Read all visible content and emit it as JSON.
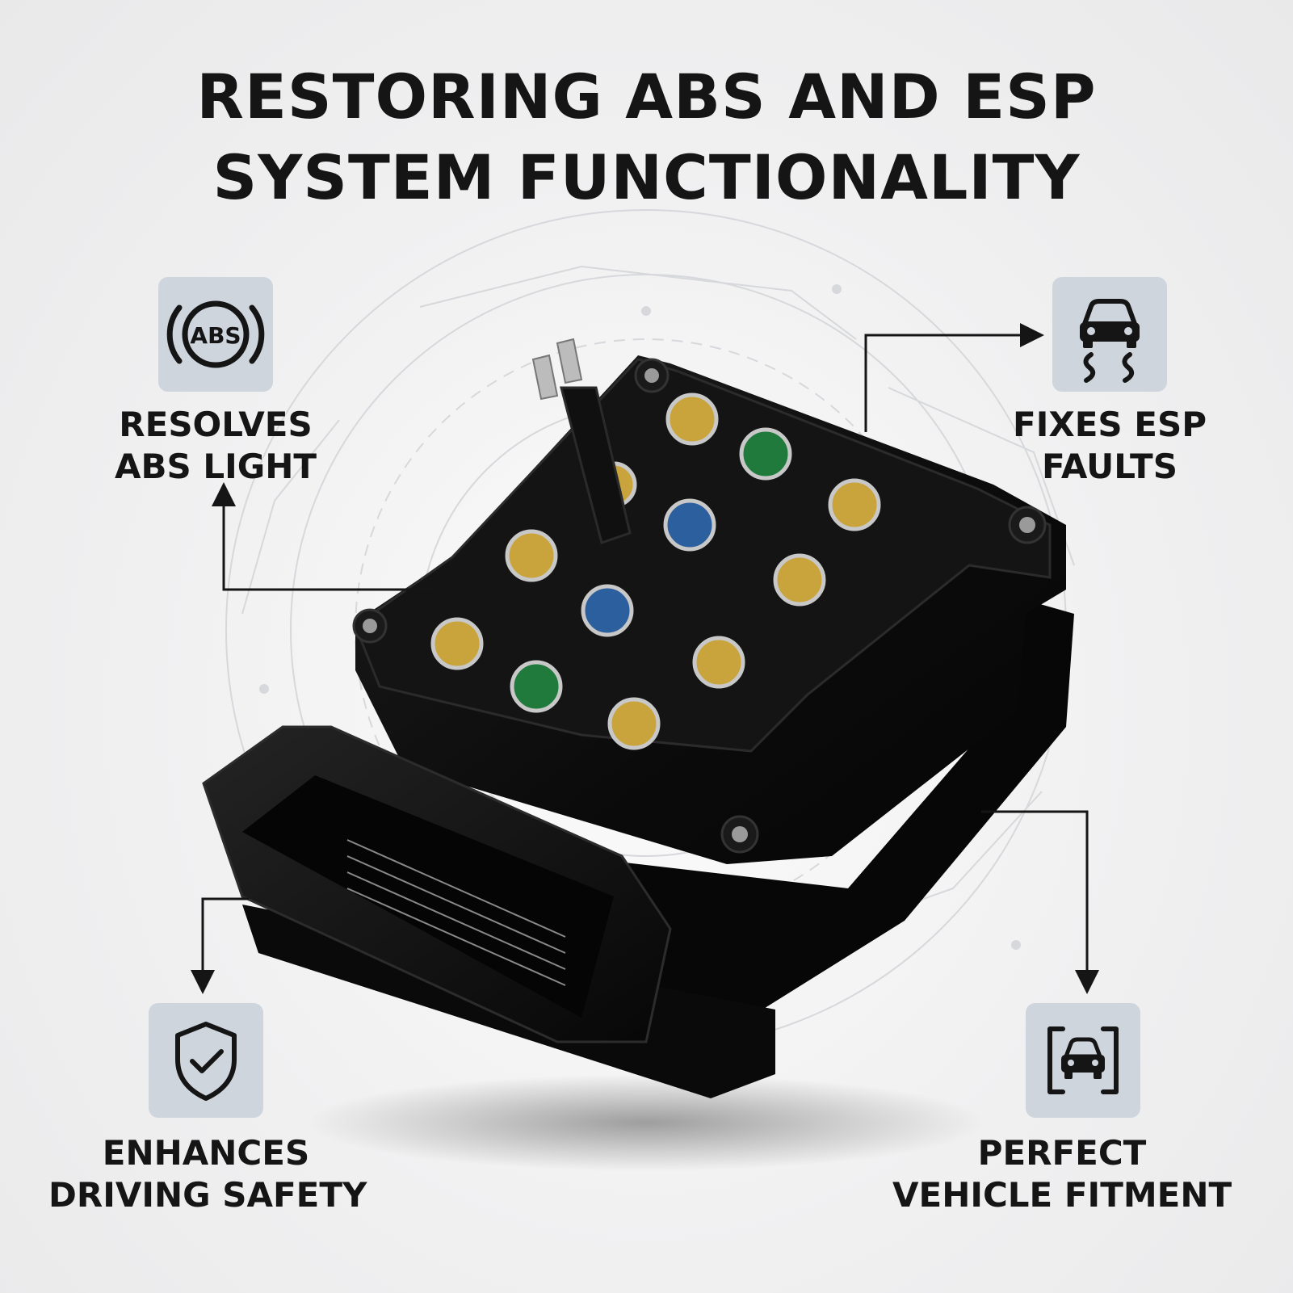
{
  "headline": {
    "line1": "RESTORING ABS AND ESP",
    "line2": "SYSTEM FUNCTIONALITY"
  },
  "features": {
    "abs_light": {
      "icon": "abs-warning-icon",
      "icon_text": "ABS",
      "line1": "RESOLVES",
      "line2": "ABS LIGHT"
    },
    "esp_faults": {
      "icon": "skidding-car-icon",
      "line1": "FIXES ESP",
      "line2": "FAULTS"
    },
    "driving_safety": {
      "icon": "shield-check-icon",
      "line1": "ENHANCES",
      "line2": "DRIVING SAFETY"
    },
    "vehicle_fitment": {
      "icon": "car-in-frame-icon",
      "line1": "PERFECT",
      "line2": "VEHICLE FITMENT"
    }
  },
  "colors": {
    "tile": "#cfd5dd",
    "text": "#151515",
    "module": "#0d0d0d",
    "port_yellow": "#c9a43c",
    "port_green": "#1f7a3c",
    "port_blue": "#2c5f9e"
  }
}
